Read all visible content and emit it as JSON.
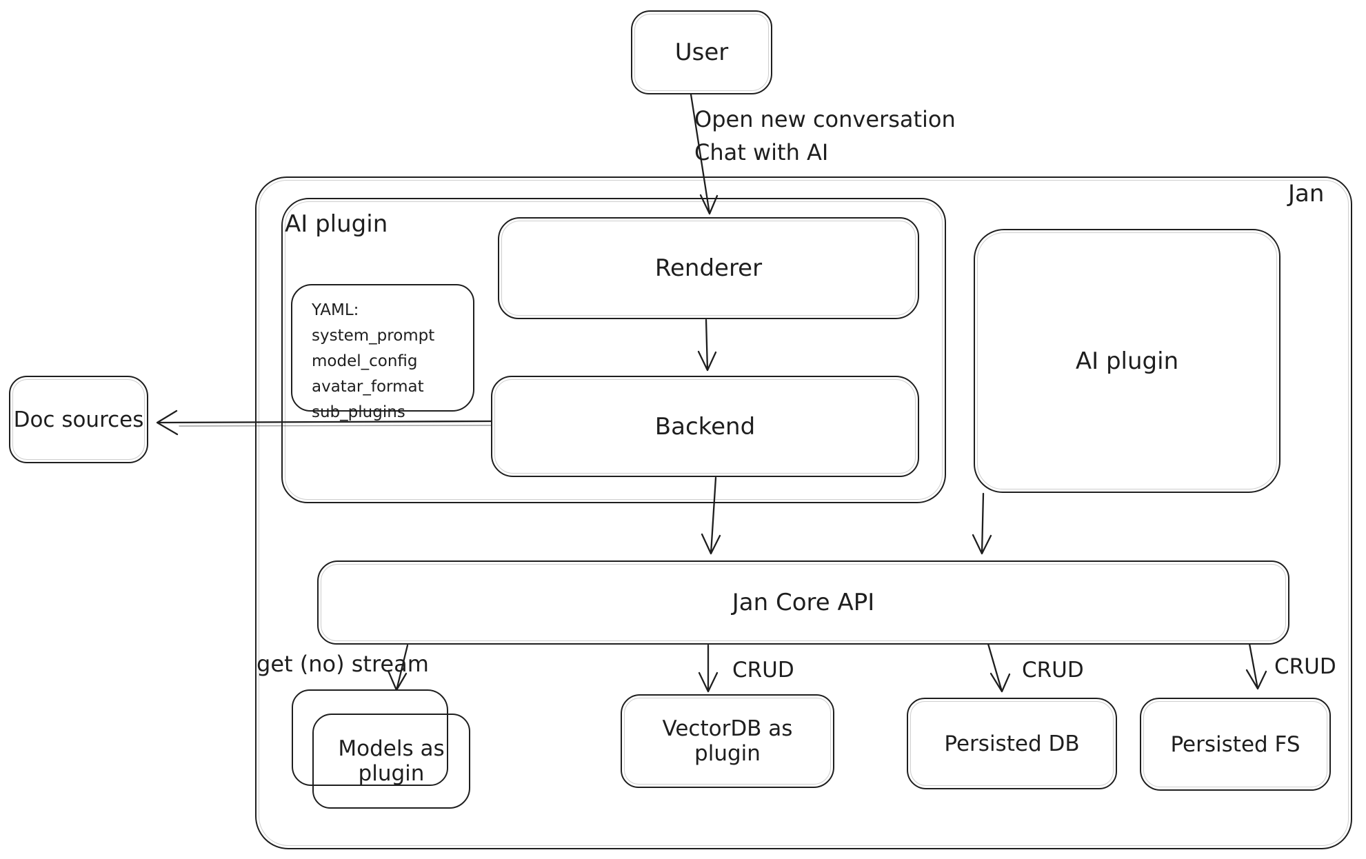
{
  "colors": {
    "stroke": "#1e1e1e",
    "background": "#ffffff"
  },
  "nodes": {
    "user": {
      "label": "User"
    },
    "jan": {
      "label": "Jan"
    },
    "ai_plugin_left": {
      "label": "AI plugin"
    },
    "renderer": {
      "label": "Renderer"
    },
    "backend": {
      "label": "Backend"
    },
    "yaml_note": {
      "lines": [
        "YAML:",
        "system_prompt",
        "model_config",
        "avatar_format",
        "sub_plugins"
      ]
    },
    "ai_plugin_right": {
      "label": "AI plugin"
    },
    "doc_sources": {
      "label": "Doc sources"
    },
    "jan_core_api": {
      "label": "Jan Core API"
    },
    "models_plugin": {
      "label_line1": "Models as",
      "label_line2": "plugin"
    },
    "vectordb_plugin": {
      "label_line1": "VectorDB as",
      "label_line2": "plugin"
    },
    "persisted_db": {
      "label": "Persisted DB"
    },
    "persisted_fs": {
      "label": "Persisted FS"
    }
  },
  "edge_labels": {
    "user_to_renderer_line1": "Open new conversation",
    "user_to_renderer_line2": "Chat with AI",
    "api_to_models": "get (no) stream",
    "api_to_vectordb": "CRUD",
    "api_to_persisted_db": "CRUD",
    "api_to_persisted_fs": "CRUD"
  }
}
